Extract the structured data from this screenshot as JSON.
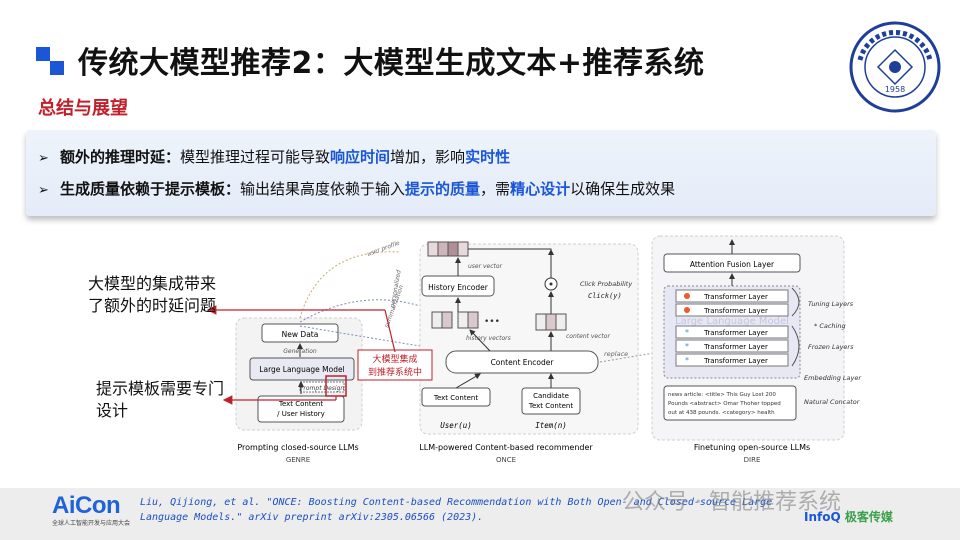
{
  "header": {
    "title": "传统大模型推荐2：大模型生成文本+推荐系统",
    "section": "总结与展望"
  },
  "summary": {
    "bullet_symbol": "➢",
    "items": [
      {
        "lead": "额外的推理时延：",
        "p1": "模型推理过程可能导致",
        "h1": "响应时间",
        "p2": "增加，影响",
        "h2": "实时性",
        "p3": ""
      },
      {
        "lead": "生成质量依赖于提示模板：",
        "p1": "输出结果高度依赖于输入",
        "h1": "提示的质量",
        "p2": "，需",
        "h2": "精心设计",
        "p3": "以确保生成效果"
      }
    ]
  },
  "callouts": {
    "latency": "大模型的集成带来了额外的时延问题",
    "prompt": "提示模板需要专门设计"
  },
  "diagram": {
    "genre": {
      "new_data": "New Data",
      "generation": "Generation",
      "llm": "Large Language Model",
      "prompt_design": "Prompt Design",
      "text_content_1": "Text Content",
      "text_content_2": "/ User History",
      "caption": "Prompting closed-source LLMs",
      "sub": "GENRE"
    },
    "once": {
      "user_vector": "user vector",
      "history_encoder": "History Encoder",
      "history_vectors": "history vectors",
      "content_vector": "content vector",
      "click_prob": "Click Probability",
      "click_fn": "Click(y)",
      "content_encoder": "Content Encoder",
      "text_content": "Text Content",
      "candidate_1": "Candidate",
      "candidate_2": "Text Content",
      "user_u": "User(u)",
      "item_n": "Item(n)",
      "replace": "replace",
      "user_profile": "user profile",
      "summarization": "summarization",
      "personalized": "personalized",
      "caption": "LLM-powered Content-based recommender",
      "sub": "ONCE",
      "annotation_1": "大模型集成",
      "annotation_2": "到推荐系统中"
    },
    "dire": {
      "attention": "Attention Fusion Layer",
      "transformer": "Transformer Layer",
      "llm_watermark": "Large Language Model",
      "tuning": "Tuning Layers",
      "caching": "* Caching",
      "frozen": "Frozen Layers",
      "embedding": "Embedding Layer",
      "natural": "Natural Concator",
      "news_1": "news article: <title> This Guy Lost 200",
      "news_2": "Pounds <abstract> Omar Thoher topped",
      "news_3": "out at 438 pounds. <category> health",
      "caption": "Finetuning open-source LLMs",
      "sub": "DIRE",
      "fire_icon": "fire-icon",
      "snow_icon": "snowflake-icon"
    }
  },
  "footer": {
    "brand": "AiCon",
    "brand_sub": "全球人工智能开发与应用大会",
    "citation": "Liu, Qijiong, et al. \"ONCE: Boosting Content-based Recommendation with Both Open- and Closed-source Large Language Models.\" arXiv preprint arXiv:2305.06566 (2023).",
    "watermark": "公众号 · 智能推荐系统",
    "infoq": "InfoQ",
    "geek": "极客传媒"
  },
  "logo": {
    "year": "1958"
  },
  "colors": {
    "accent": "#1a56d6",
    "red": "#c0202a",
    "citation": "#1a4fc4"
  }
}
